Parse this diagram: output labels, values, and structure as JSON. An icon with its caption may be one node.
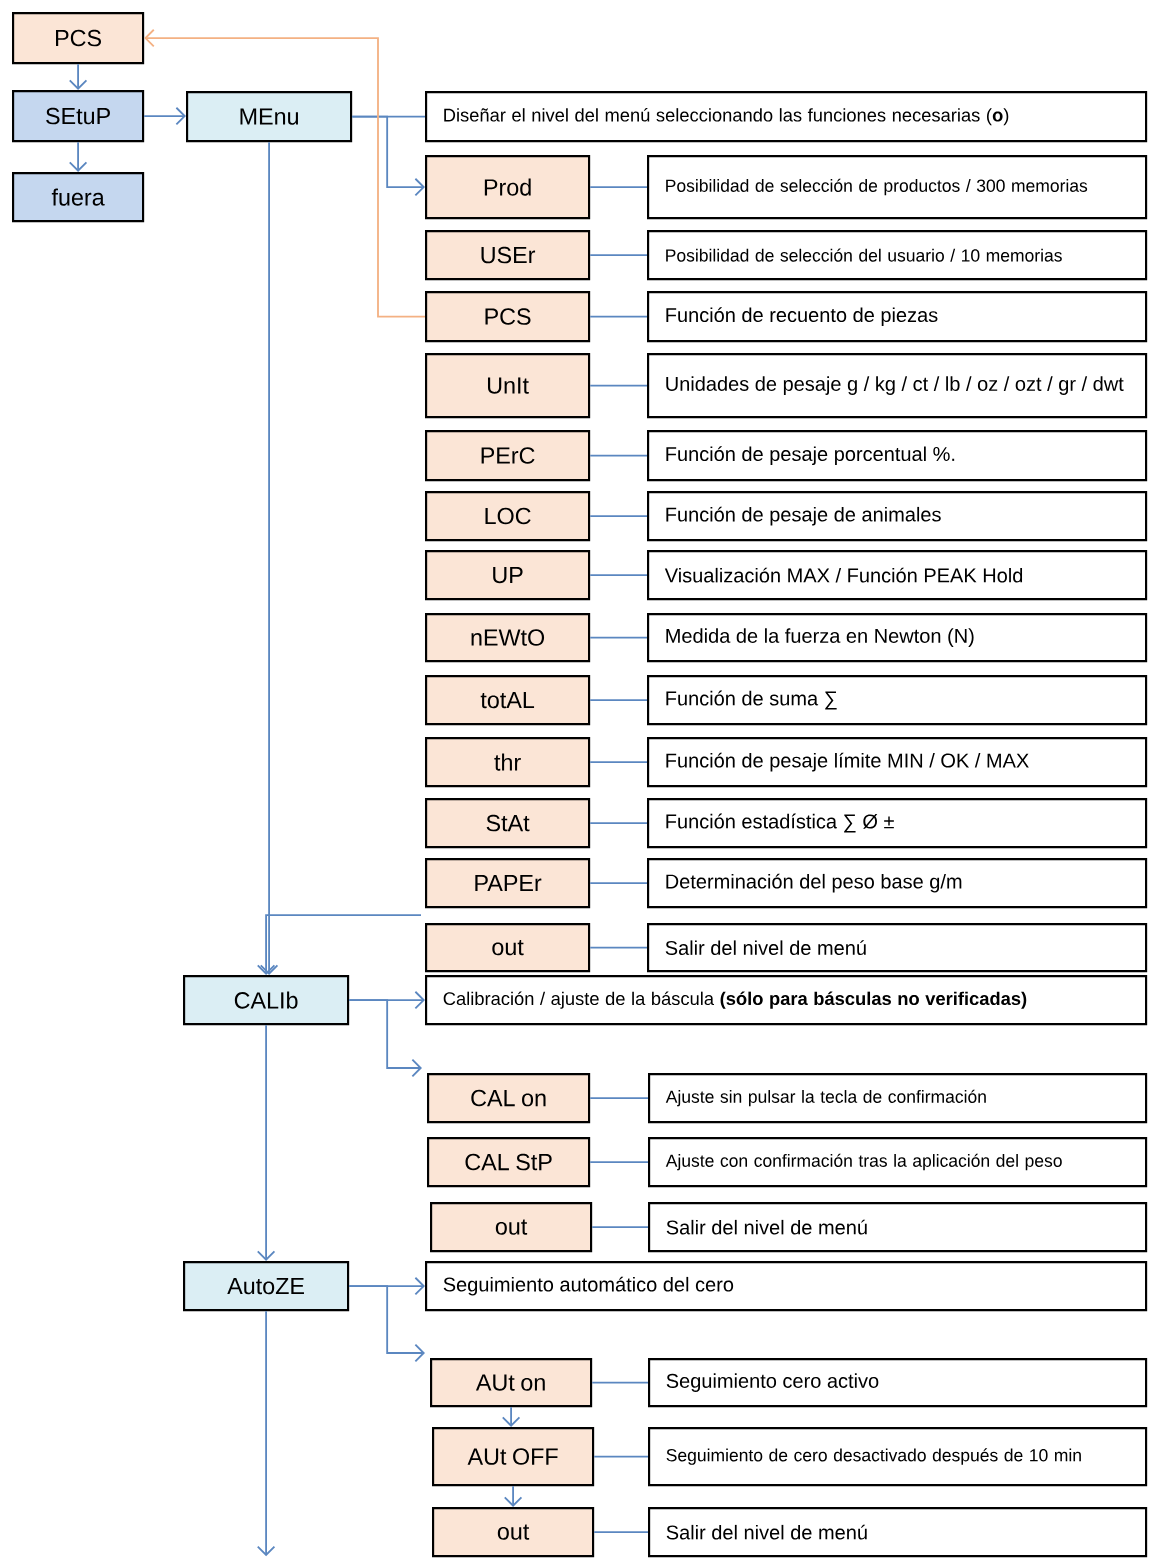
{
  "diagram": {
    "nodes": [
      {
        "text": [
          "PCS"
        ]
      },
      {
        "text": [
          "SEtuP"
        ]
      },
      {
        "text": [
          "fuera"
        ]
      },
      {
        "text": [
          "MEnu"
        ]
      },
      {
        "text": [
          "Diseñar el nivel del menú seleccionando las funciones necesarias (**o**)"
        ]
      },
      {
        "text": [
          "Prod"
        ]
      },
      {
        "text": [
          "Posibilidad de selección de productos / 300 memorias"
        ]
      },
      {
        "text": [
          "USEr"
        ]
      },
      {
        "text": [
          "Posibilidad de selección del usuario / 10 memorias"
        ]
      },
      {
        "text": [
          "PCS"
        ]
      },
      {
        "text": [
          "Función de recuento de piezas"
        ]
      },
      {
        "text": [
          "UnIt"
        ]
      },
      {
        "text": [
          "Unidades de pesaje g / kg / ct / lb / oz / ozt / gr / dwt"
        ]
      },
      {
        "text": [
          "PErC"
        ]
      },
      {
        "text": [
          "Función de pesaje porcentual %."
        ]
      },
      {
        "text": [
          "LOC"
        ]
      },
      {
        "text": [
          "Función de pesaje de animales"
        ]
      },
      {
        "text": [
          "UP"
        ]
      },
      {
        "text": [
          "Visualización MAX / Función PEAK Hold"
        ]
      },
      {
        "text": [
          "nEWtO"
        ]
      },
      {
        "text": [
          "Medida de la fuerza en Newton (N)"
        ]
      },
      {
        "text": [
          "totAL"
        ]
      },
      {
        "text": [
          "Función de suma ∑"
        ]
      },
      {
        "text": [
          "thr"
        ]
      },
      {
        "text": [
          "Función de pesaje límite MIN / OK / MAX"
        ]
      },
      {
        "text": [
          "StAt"
        ]
      },
      {
        "text": [
          "Función estadística ∑ Ø ±"
        ]
      },
      {
        "text": [
          "PAPEr"
        ]
      },
      {
        "text": [
          "Determinación del peso base g/m"
        ]
      },
      {
        "text": [
          "out"
        ]
      },
      {
        "text": [
          "Salir del nivel de menú"
        ]
      },
      {
        "text": [
          "CALIb"
        ]
      },
      {
        "text": [
          "Calibración / ajuste de la báscula **(sólo para básculas no verificadas)**"
        ]
      },
      {
        "text": [
          "CAL on"
        ]
      },
      {
        "text": [
          "Ajuste sin pulsar la tecla de confirmación"
        ]
      },
      {
        "text": [
          "CAL StP"
        ]
      },
      {
        "text": [
          "Ajuste con confirmación tras la aplicación del peso"
        ]
      },
      {
        "text": [
          "out"
        ]
      },
      {
        "text": [
          "Salir del nivel de menú"
        ]
      },
      {
        "text": [
          "AutoZE"
        ]
      },
      {
        "text": [
          "Seguimiento automático del cero"
        ]
      },
      {
        "text": [
          "AUt on"
        ]
      },
      {
        "text": [
          "Seguimiento cero activo"
        ]
      },
      {
        "text": [
          "AUt OFF"
        ]
      },
      {
        "text": [
          "Seguimiento de cero desactivado después de 10 min"
        ]
      },
      {
        "text": [
          "out"
        ]
      },
      {
        "text": [
          "Salir del nivel de menú"
        ]
      }
    ],
    "edges": [
      {
        "from": 0,
        "to": 1,
        "arrow": "to"
      },
      {
        "from": 1,
        "to": 2,
        "arrow": "to"
      },
      {
        "from": 1,
        "to": 3,
        "arrow": "to"
      },
      {
        "from": 3,
        "to": 4,
        "arrow": "none"
      },
      {
        "from": 3,
        "to": 5,
        "arrow": "to"
      },
      {
        "from": 9,
        "to": 0,
        "arrow": "to",
        "color": "#f4b183"
      },
      {
        "from": 5,
        "to": 6,
        "arrow": "none"
      },
      {
        "from": 7,
        "to": 8,
        "arrow": "none"
      },
      {
        "from": 9,
        "to": 10,
        "arrow": "none"
      },
      {
        "from": 11,
        "to": 12,
        "arrow": "none"
      },
      {
        "from": 13,
        "to": 14,
        "arrow": "none"
      },
      {
        "from": 15,
        "to": 16,
        "arrow": "none"
      },
      {
        "from": 17,
        "to": 18,
        "arrow": "none"
      },
      {
        "from": 19,
        "to": 20,
        "arrow": "none"
      },
      {
        "from": 21,
        "to": 22,
        "arrow": "none"
      },
      {
        "from": 23,
        "to": 24,
        "arrow": "none"
      },
      {
        "from": 25,
        "to": 26,
        "arrow": "none"
      },
      {
        "from": 27,
        "to": 28,
        "arrow": "none"
      },
      {
        "from": 29,
        "to": 30,
        "arrow": "none"
      },
      {
        "from": 3,
        "to": 31,
        "arrow": "to"
      },
      {
        "from": 27,
        "to": 31,
        "arrow": "to"
      },
      {
        "from": 31,
        "to": 32,
        "arrow": "to"
      },
      {
        "from": 31,
        "to": 33,
        "arrow": "to"
      },
      {
        "from": 33,
        "to": 34,
        "arrow": "none"
      },
      {
        "from": 35,
        "to": 36,
        "arrow": "none"
      },
      {
        "from": 37,
        "to": 38,
        "arrow": "none"
      },
      {
        "from": 31,
        "to": 39,
        "arrow": "to"
      },
      {
        "from": 39,
        "to": 40,
        "arrow": "to"
      },
      {
        "from": 39,
        "to": 41,
        "arrow": "to"
      },
      {
        "from": 41,
        "to": 42,
        "arrow": "none"
      },
      {
        "from": 43,
        "to": 44,
        "arrow": "none"
      },
      {
        "from": 45,
        "to": 46,
        "arrow": "none"
      },
      {
        "from": 41,
        "to": 43,
        "arrow": "to"
      },
      {
        "from": 43,
        "to": 45,
        "arrow": "to"
      },
      {
        "from": 39,
        "to": null,
        "arrow": "to"
      }
    ]
  }
}
